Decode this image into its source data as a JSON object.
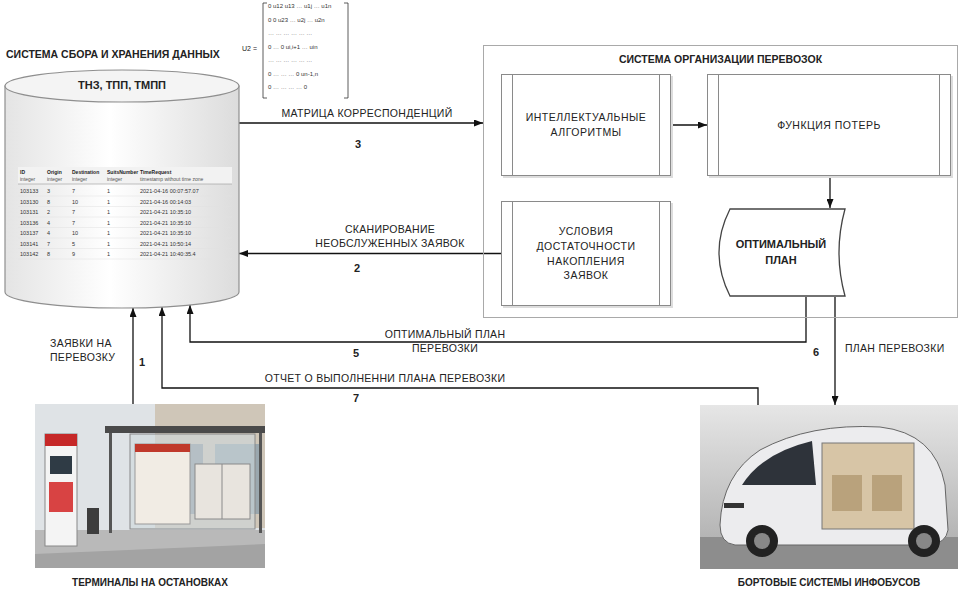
{
  "diagram": {
    "nodes": [
      {
        "text": [
          "СИСТЕМА СБОРА И ХРАНЕНИЯ ДАННЫХ",
          "ТНЗ, ТПП, ТМПП"
        ]
      },
      {
        "text": [
          "СИСТЕМА ОРГАНИЗАЦИИ ПЕРЕВОЗОК"
        ]
      },
      {
        "text": [
          "ИНТЕЛЛЕКТУАЛЬНЫЕ АЛГОРИТМЫ"
        ],
        "in": 1
      },
      {
        "text": [
          "ФУНКЦИЯ ПОТЕРЬ"
        ],
        "in": 1
      },
      {
        "text": [
          "УСЛОВИЯ ДОСТАТОЧНОСТИ НАКОПЛЕНИЯ ЗАЯВОК"
        ],
        "in": 1
      },
      {
        "text": [
          "ОПТИМАЛЬНЫЙ ПЛАН"
        ],
        "in": 1
      },
      {
        "text": [
          "ТЕРМИНАЛЫ НА ОСТАНОВКАХ"
        ]
      },
      {
        "text": [
          "БОРТОВЫЕ СИСТЕМЫ ИНФОБУСОВ"
        ]
      }
    ],
    "edges": [
      {
        "from": 0,
        "to": 1,
        "label": "МАТРИЦА КОРРЕСПОНДЕНЦИЙ",
        "arrow": "to"
      },
      {
        "from": 4,
        "to": 0,
        "label": "СКАНИРОВАНИЕ НЕОБСЛУЖЕННЫХ ЗАЯВОК",
        "arrow": "to"
      },
      {
        "from": 2,
        "to": 3,
        "arrow": "to"
      },
      {
        "from": 3,
        "to": 5,
        "arrow": "to"
      },
      {
        "from": 5,
        "to": 0,
        "label": "ОПТИМАЛЬНЫЙ ПЛАН ПЕРЕВОЗКИ",
        "arrow": "to"
      },
      {
        "from": 5,
        "to": 7,
        "label": "ПЛАН ПЕРЕВОЗКИ",
        "arrow": "to"
      },
      {
        "from": 6,
        "to": 0,
        "label": "ЗАЯВКИ НА ПЕРЕВОЗКУ",
        "arrow": "to"
      },
      {
        "from": 7,
        "to": 0,
        "label": "ОТЧЕТ О ВЫПОЛНЕННИ ПЛАНА ПЕРЕВОЗКИ",
        "arrow": "to"
      }
    ],
    "labels": [
      "3",
      "2",
      "5",
      "6",
      "1",
      "7",
      "U2 =",
      "0 u12 u13 … u1j … u1n",
      "0 0 u23 … u2j … u2n",
      "… … … … … …",
      "0 … 0 ui,i+1 … uin",
      "… … … … … …",
      "0 … … … 0 un-1,n",
      "0 … … … … 0",
      "ID",
      "integer",
      "Origin",
      "integer",
      "Destination",
      "integer",
      "SuitsNumber",
      "integer",
      "TimeRequest",
      "timestamp without time zone",
      "103133",
      "3",
      "7",
      "1",
      "2021-04-16 00:07:57.07",
      "103130",
      "8",
      "10",
      "1",
      "2021-04-16 00:14:03",
      "103131",
      "2",
      "7",
      "1",
      "2021-04-21 10:35:10",
      "103136",
      "4",
      "7",
      "1",
      "2021-04-21 10:35:10",
      "103137",
      "4",
      "10",
      "1",
      "2021-04-21 10:35:10",
      "103141",
      "7",
      "5",
      "1",
      "2021-04-21 10:50:14",
      "103142",
      "8",
      "9",
      "1",
      "2021-04-21 10:40:35.4"
    ]
  }
}
